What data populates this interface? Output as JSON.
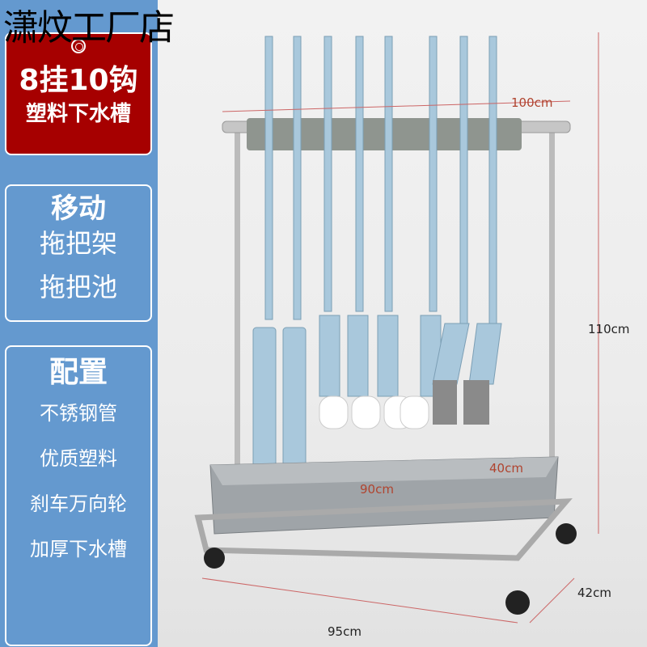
{
  "watermark": "潇炆工厂店",
  "promo": {
    "line1": "8挂10钩",
    "line2": "塑料下水槽"
  },
  "move": {
    "title": "移动",
    "lines": [
      "拖把架",
      "拖把池"
    ]
  },
  "config": {
    "title": "配置",
    "lines": [
      "不锈钢管",
      "优质塑料",
      "刹车万向轮",
      "加厚下水槽"
    ]
  },
  "dimensions": {
    "width_top": "100cm",
    "height": "110cm",
    "tray_width": "90cm",
    "tray_depth": "40cm",
    "base_width": "95cm",
    "base_depth": "42cm"
  },
  "colors": {
    "sidebar": "#6499cf",
    "promo": "#a60000",
    "mop": "#a9c8dc"
  }
}
